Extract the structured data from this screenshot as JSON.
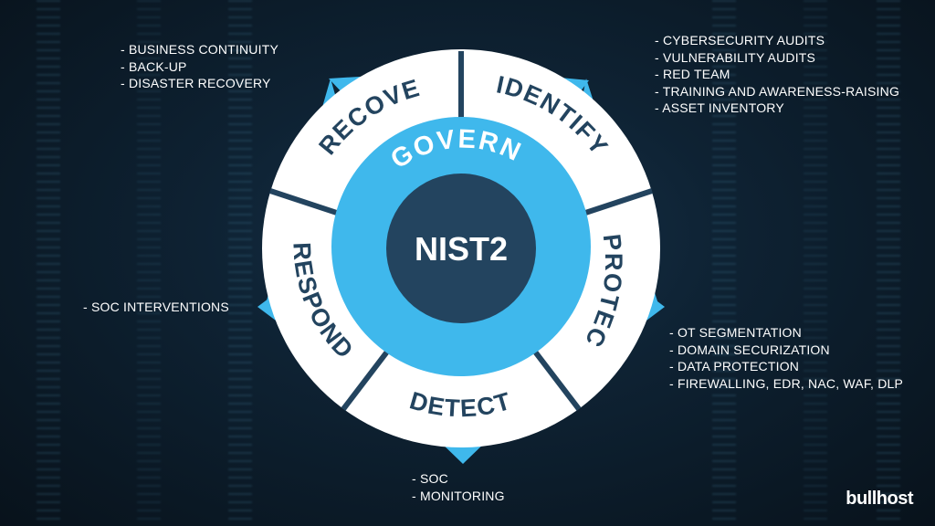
{
  "center": {
    "title": "NIST2"
  },
  "ring": {
    "inner_label": "GOVERN"
  },
  "segments": {
    "recover": "RECOVER",
    "identify": "IDENTIFY",
    "protect": "PROTECT",
    "detect": "DETECT",
    "respond": "RESPOND"
  },
  "lists": {
    "recover": [
      "BUSINESS CONTINUITY",
      "BACK-UP",
      "DISASTER RECOVERY"
    ],
    "identify": [
      "CYBERSECURITY AUDITS",
      "VULNERABILITY AUDITS",
      "RED TEAM",
      "TRAINING AND AWARENESS-RAISING",
      "ASSET INVENTORY"
    ],
    "protect": [
      "OT SEGMENTATION",
      "DOMAIN SECURIZATION",
      "DATA PROTECTION",
      "FIREWALLING, EDR, NAC, WAF, DLP"
    ],
    "detect": [
      "SOC",
      "MONITORING"
    ],
    "respond": [
      "SOC INTERVENTIONS"
    ]
  },
  "brand": {
    "logo": "bullhost"
  },
  "colors": {
    "accent": "#3fb8ec",
    "navy": "#23445f",
    "white": "#ffffff",
    "background": "#0a1520"
  }
}
